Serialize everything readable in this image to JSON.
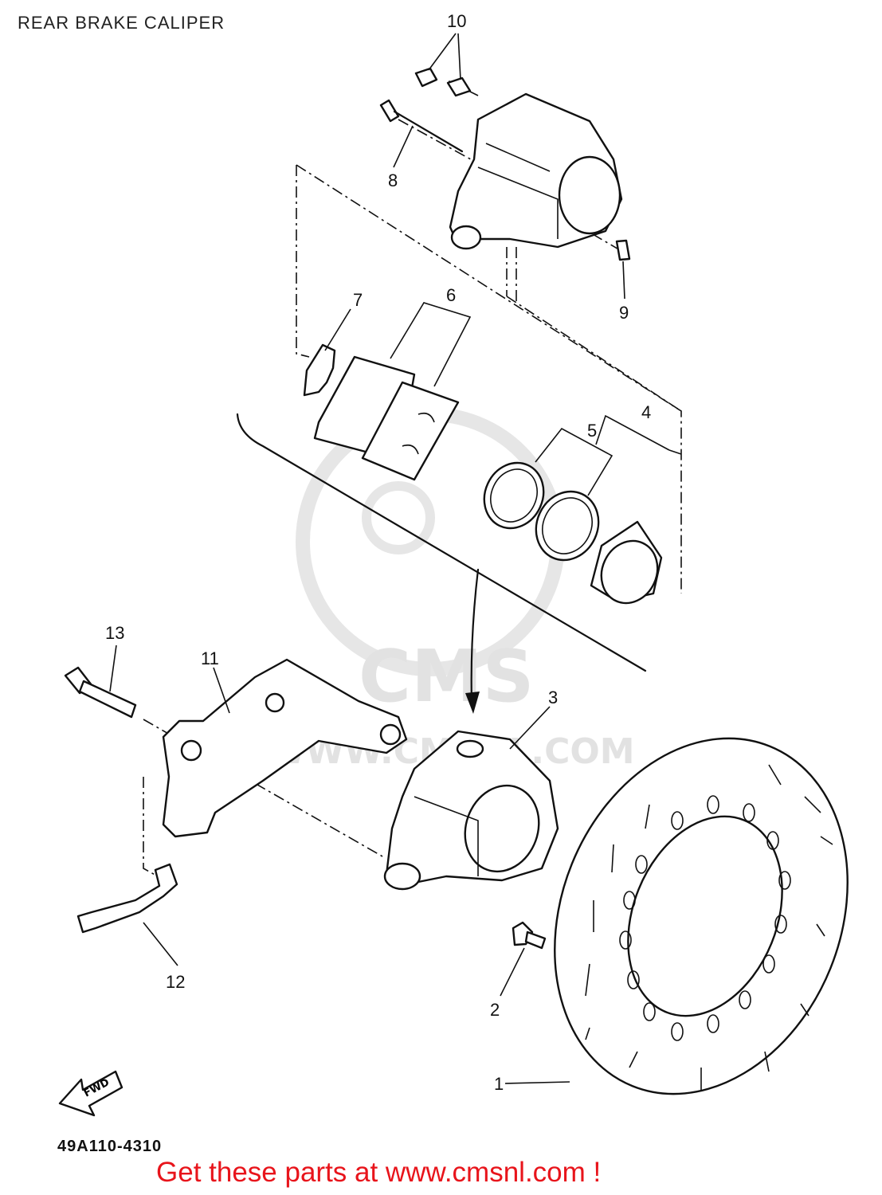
{
  "header": {
    "title": "REAR BRAKE CALIPER"
  },
  "watermark": {
    "brand": "CMS",
    "url": "WWW.CMSNL.COM"
  },
  "callouts": [
    "1",
    "2",
    "3",
    "4",
    "5",
    "6",
    "7",
    "8",
    "9",
    "10",
    "11",
    "12",
    "13"
  ],
  "fwd_label": "FWD",
  "footer": {
    "diagram_code": "49A110-4310",
    "promo": "Get these parts at www.cmsnl.com !"
  }
}
